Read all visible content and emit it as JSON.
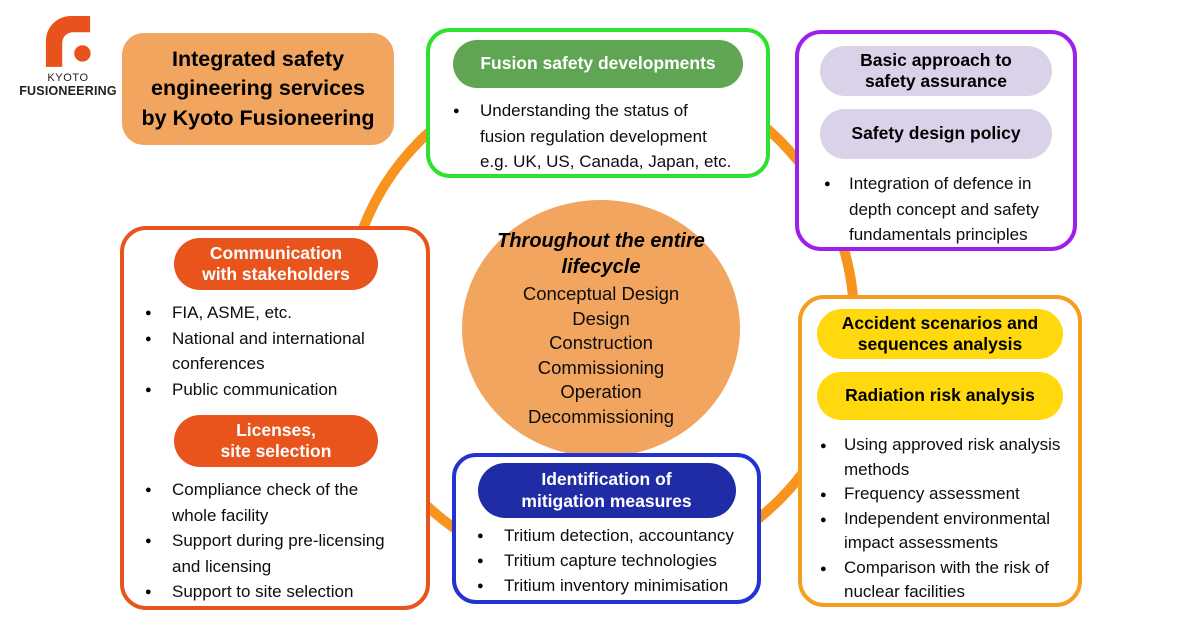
{
  "logo": {
    "company_line1": "KYOTO",
    "company_line2": "FUSIONEERING"
  },
  "title_box": {
    "text": "Integrated safety\nengineering services\nby Kyoto Fusioneering"
  },
  "center": {
    "title": "Throughout the entire\nlifecycle",
    "stages": [
      "Conceptual Design",
      "Design",
      "Construction",
      "Commissioning",
      "Operation",
      "Decommissioning"
    ]
  },
  "boxes": {
    "fusion_safety": {
      "header": "Fusion safety developments",
      "bullets": [
        "Understanding the status of fusion regulation development e.g. UK, US, Canada, Japan, etc."
      ]
    },
    "safety_assurance": {
      "header1": "Basic approach to\nsafety assurance",
      "header2": "Safety design policy",
      "bullets": [
        "Integration of defence in depth concept and safety fundamentals principles"
      ]
    },
    "communication": {
      "header1": "Communication\nwith stakeholders",
      "bullets1": [
        "FIA, ASME, etc.",
        "National and international conferences",
        "Public communication"
      ],
      "header2": "Licenses,\nsite selection",
      "bullets2": [
        "Compliance check of the whole facility",
        "Support during pre-licensing and licensing",
        "Support to site selection"
      ]
    },
    "mitigation": {
      "header": "Identification of\nmitigation measures",
      "bullets": [
        "Tritium detection, accountancy",
        "Tritium capture technologies",
        "Tritium inventory minimisation"
      ]
    },
    "risk": {
      "header1": "Accident scenarios and\nsequences analysis",
      "header2": "Radiation risk analysis",
      "bullets": [
        "Using approved risk analysis methods",
        "Frequency assessment",
        "Independent environmental impact assessments",
        "Comparison with the risk of nuclear facilities"
      ]
    }
  },
  "colors": {
    "ring_orange": "#F7941E",
    "peach": "#F2A55F",
    "vermilion": "#E8541C",
    "green_border": "#2FE12F",
    "green_pill": "#5FA553",
    "purple_border": "#9D1FE8",
    "lavender_pill": "#D9D2E9",
    "blue_border": "#2433D0",
    "blue_pill": "#1F2CA6",
    "amber_border": "#F59D1E",
    "yellow_pill": "#FFD80E",
    "logo_orange": "#E8531D"
  }
}
